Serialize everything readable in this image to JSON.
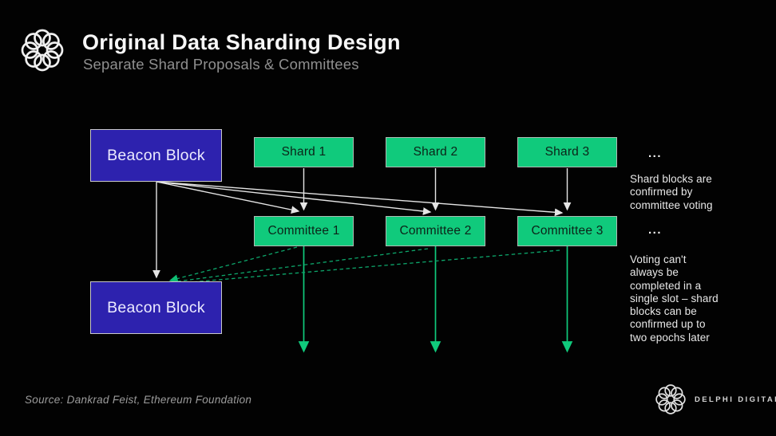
{
  "header": {
    "title": "Original Data Sharding Design",
    "subtitle": "Separate Shard Proposals & Committees"
  },
  "diagram": {
    "beacon_top": "Beacon Block",
    "beacon_bottom": "Beacon Block",
    "shards": [
      "Shard 1",
      "Shard 2",
      "Shard 3"
    ],
    "committees": [
      "Committee 1",
      "Committee 2",
      "Committee 3"
    ],
    "annotations": {
      "dots_top": "...",
      "note_top": "Shard blocks are\nconfirmed by\ncommittee voting",
      "dots_bottom": "...",
      "note_bottom": "Voting can't\nalways be\ncompleted in a\nsingle slot – shard\nblocks can be\nconfirmed up to\ntwo epochs later"
    }
  },
  "footer": {
    "source": "Source: Dankrad Feist, Ethereum Foundation",
    "brand": "DELPHI DIGITAL"
  },
  "colors": {
    "background": "#020202",
    "beacon_fill": "#2d22ae",
    "beacon_border": "#c9c9c9",
    "green_fill": "#10ca7c",
    "green_border": "#aebbb3",
    "arrow_white": "#e5e5e5",
    "arrow_green": "#10ca7c",
    "arrow_green_dashed": "#0da56a",
    "title_text": "#f7f7f7",
    "subtitle_text": "#8f8f8f",
    "note_text": "#e8e8e8",
    "source_text": "#9c9c9c"
  }
}
